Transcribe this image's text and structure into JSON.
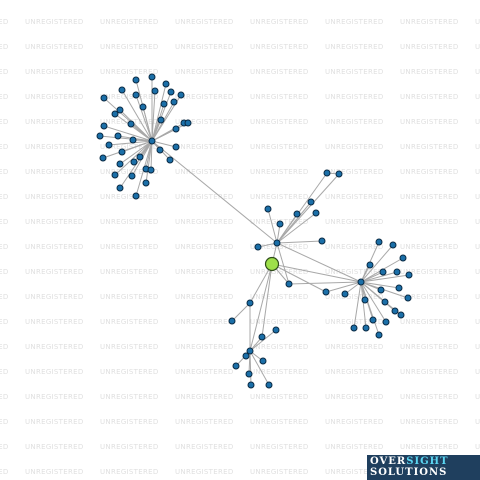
{
  "watermark": {
    "text": "UNREGISTERED"
  },
  "logo": {
    "word1": "OVER",
    "word2": "SIGHT",
    "word3": "SOLUTIONS"
  },
  "colors": {
    "node_fill": "#1b6fa8",
    "node_stroke": "#0a2a44",
    "focus_fill": "#9ee04a",
    "edge": "#a8a8a8",
    "logo_bg": "#1f3f5e",
    "logo_accent": "#5bd6f2"
  },
  "graph": {
    "focus_node": "focus",
    "hubs": [
      "h1",
      "h2",
      "h3",
      "h4"
    ],
    "note_clusters": [
      "upper-left cluster around h1",
      "right cluster around h3",
      "lower cluster around h4"
    ]
  }
}
